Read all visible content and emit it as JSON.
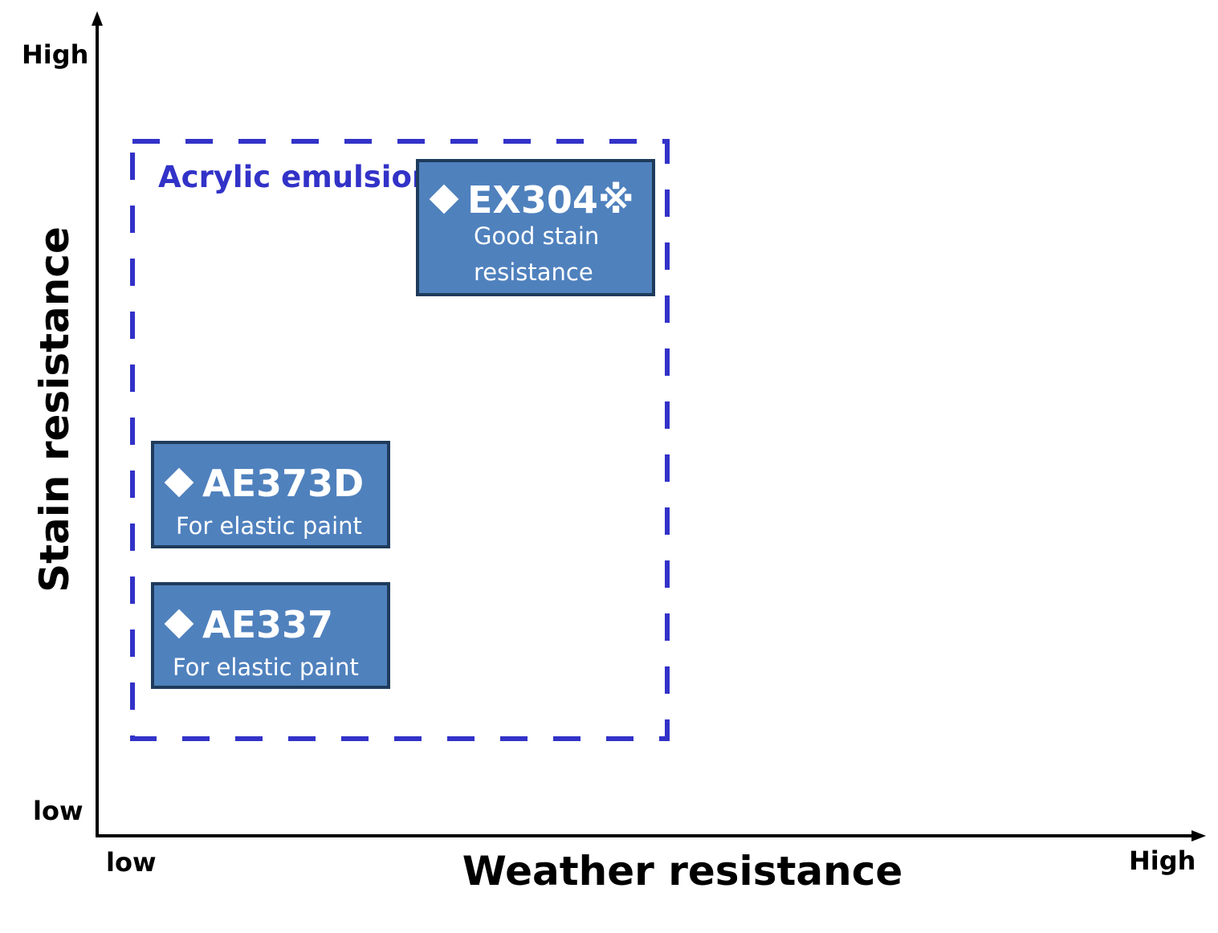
{
  "colors": {
    "axis": "#000000",
    "group_border": "#3232c8",
    "group_label": "#3232c8",
    "box_fill": "#4f81bd",
    "box_border": "#1f3b5c",
    "box_text": "#ffffff"
  },
  "x_axis": {
    "title": "Weather resistance",
    "low_label": "low",
    "high_label": "High"
  },
  "y_axis": {
    "title": "Stain resistance",
    "low_label": "low",
    "high_label": "High"
  },
  "group": {
    "label": "Acrylic emulsion"
  },
  "products": [
    {
      "marker_icon": "diamond-icon",
      "name": "EX304",
      "note_mark": "※",
      "description_lines": [
        "Good stain",
        "resistance"
      ]
    },
    {
      "marker_icon": "diamond-icon",
      "name": "AE373D",
      "note_mark": "",
      "description_lines": [
        "For elastic paint"
      ]
    },
    {
      "marker_icon": "diamond-icon",
      "name": "AE337",
      "note_mark": "",
      "description_lines": [
        "For elastic paint"
      ]
    }
  ]
}
